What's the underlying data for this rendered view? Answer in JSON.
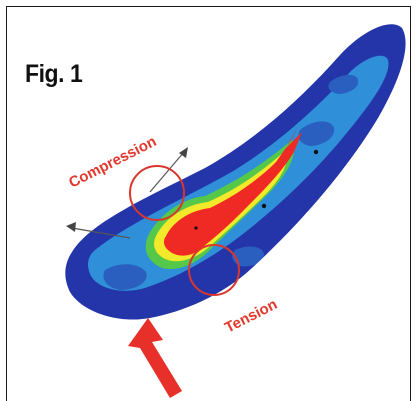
{
  "figure": {
    "title": "Fig. 1",
    "labels": {
      "compression": "Compression",
      "tension": "Tension"
    },
    "colors": {
      "low_stress": "#2335a8",
      "mid_stress": "#2f8fd8",
      "high_stress": "#ef2a24",
      "transition": "#f3e92b",
      "green": "#55c84a",
      "label_red": "#e2392e",
      "force_arrow": "#e8302a"
    },
    "icons": {
      "tooth": "tooth-stress-map",
      "force": "force-arrow-icon"
    }
  }
}
